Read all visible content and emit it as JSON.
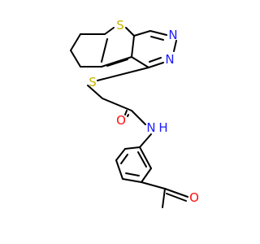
{
  "colors": {
    "bond": "#000000",
    "carbon": "#000000",
    "sulfur": "#c8b400",
    "nitrogen": "#1c1cff",
    "oxygen": "#ff0d0d"
  },
  "labels": {
    "s_thiophene": "S",
    "n_pyrimidine_top": "N",
    "n_pyrimidine_bottom": "N",
    "s_thioether": "S",
    "o_amide": "O",
    "n_amide": "N",
    "h_amide": "H",
    "o_acetyl": "O"
  }
}
